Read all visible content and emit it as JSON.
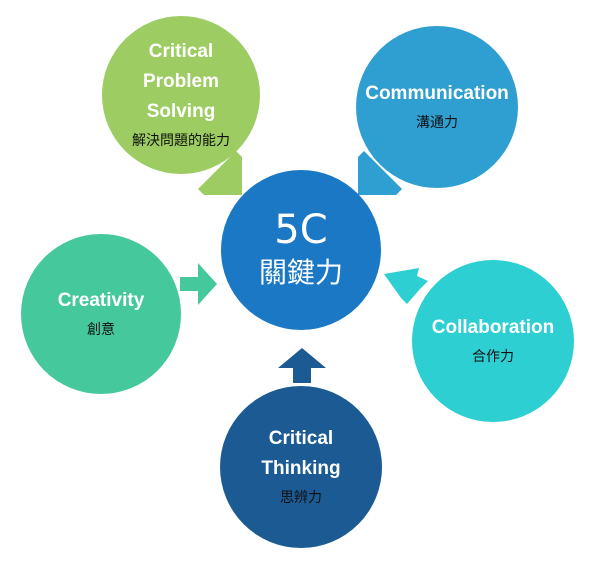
{
  "center": {
    "title": "5C",
    "subtitle": "關鍵力"
  },
  "nodes": {
    "problem_solving": {
      "title": "Critical\nProblem\nSolving",
      "subtitle": "解決問題的能力"
    },
    "communication": {
      "title": "Communication",
      "subtitle": "溝通力"
    },
    "creativity": {
      "title": "Creativity",
      "subtitle": "創意"
    },
    "collaboration": {
      "title": "Collaboration",
      "subtitle": "合作力"
    },
    "thinking": {
      "title": "Critical\nThinking",
      "subtitle": "思辨力"
    }
  },
  "colors": {
    "problem_solving": "#9dcd62",
    "communication": "#2f9fd1",
    "center": "#1a78c4",
    "creativity": "#45c89b",
    "collaboration": "#2ecfd3",
    "thinking": "#1b5a93"
  }
}
